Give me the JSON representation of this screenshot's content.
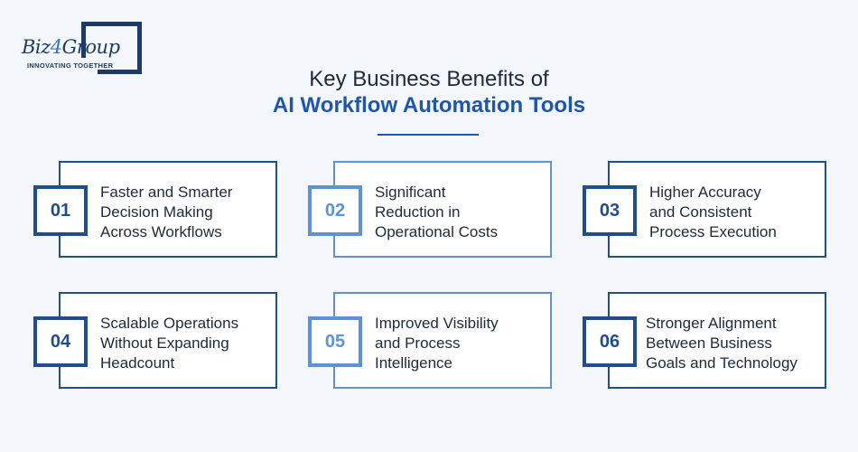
{
  "logo": {
    "word_part1": "Biz",
    "word_accent": "4",
    "word_part2": "Group",
    "tagline": "INNOVATING TOGETHER"
  },
  "title": {
    "line1": "Key Business Benefits of",
    "line2": "AI Workflow Automation Tools"
  },
  "colors": {
    "dark_blue": "#1f4e8c",
    "light_blue": "#5b93d6",
    "title_blue": "#1f56a8",
    "background": "#f3f6fb"
  },
  "benefits": [
    {
      "number": "01",
      "lines": [
        "Faster and Smarter",
        "Decision Making",
        "Across Workflows"
      ]
    },
    {
      "number": "02",
      "lines": [
        "Significant",
        "Reduction in",
        "Operational Costs"
      ]
    },
    {
      "number": "03",
      "lines": [
        "Higher Accuracy",
        "and Consistent",
        "Process Execution"
      ]
    },
    {
      "number": "04",
      "lines": [
        "Scalable Operations",
        "Without Expanding",
        "Headcount"
      ]
    },
    {
      "number": "05",
      "lines": [
        "Improved Visibility",
        "and Process",
        "Intelligence"
      ]
    },
    {
      "number": "06",
      "lines": [
        "Stronger Alignment",
        "Between Business",
        "Goals and Technology"
      ]
    }
  ]
}
